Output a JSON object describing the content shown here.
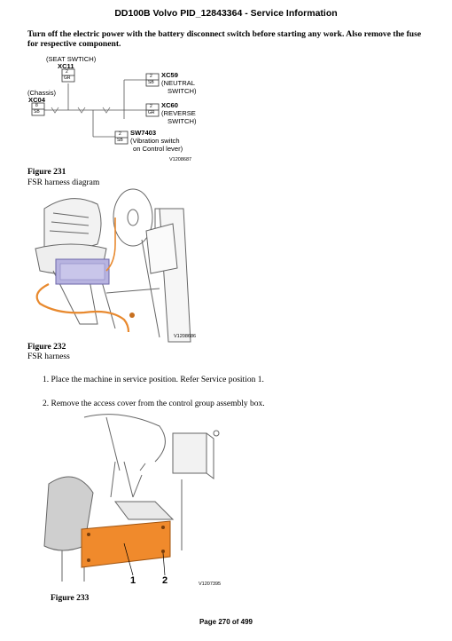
{
  "header": "DD100B Volvo PID_12843364 - Service Information",
  "warning": "Turn off the electric power with the battery disconnect switch before starting any work. Also remove the fuse for respective component.",
  "diagram": {
    "seat_switch_label": "(SEAT SWTICH)",
    "xc11": "XC11",
    "xc11_pins": "2",
    "xc11_color": "GR",
    "chassis_label": "(Chassis)",
    "xc04": "XC04",
    "xc04_pins": "8",
    "xc04_color": "SB",
    "xc59": "XC59",
    "xc59_pins": "2",
    "xc59_color": "SB",
    "xc59_desc1": "(NEUTRAL",
    "xc59_desc2": "SWITCH)",
    "xc60": "XC60",
    "xc60_pins": "2",
    "xc60_color": "GR",
    "xc60_desc1": "(REVERSE",
    "xc60_desc2": "SWITCH)",
    "sw7403": "SW7403",
    "sw7403_pins": "2",
    "sw7403_color": "SB",
    "sw7403_desc1": "(Vibration switch",
    "sw7403_desc2": "on Control lever)",
    "ref": "V1208687"
  },
  "figure231": {
    "title": "Figure 231",
    "caption": "FSR harness diagram"
  },
  "figure232": {
    "title": "Figure 232",
    "caption": "FSR harness",
    "ref": "V1208686"
  },
  "steps": [
    "1. Place the machine in service position. Refer Service position 1.",
    "2. Remove the access cover from the control group assembly box."
  ],
  "figure233": {
    "title": "Figure 233",
    "ref": "V1207395",
    "callout1": "1",
    "callout2": "2"
  },
  "footer": "Page 270 of 499"
}
